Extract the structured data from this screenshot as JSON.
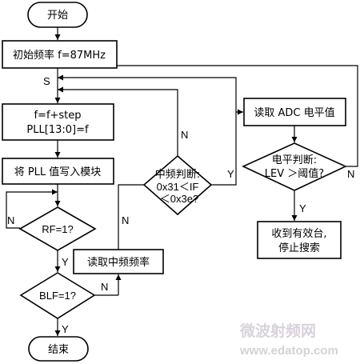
{
  "flowchart": {
    "start": "开始",
    "init_freq": "初始频率 f=87MHz",
    "junction_s": "S",
    "step_line1": "f=f+step",
    "step_line2": "PLL[13:0]=f",
    "write_pll": "将 PLL 值写入模块",
    "rf_check": "RF=1?",
    "blf_check": "BLF=1?",
    "end": "结束",
    "read_if": "读取中频频率",
    "if_judge_line1": "中频判断:",
    "if_judge_line2": "0x31＜IF",
    "if_judge_line3": "＜0x3e?",
    "read_adc": "读取 ADC 电平值",
    "level_judge_line1": "电平判断:",
    "level_judge_line2": "LEV ＞阈值?",
    "found_line1": "收到有效台,",
    "found_line2": "停止搜索"
  },
  "branch_labels": {
    "rf_no": "N",
    "rf_yes": "Y",
    "blf_no": "N",
    "blf_yes": "Y",
    "if_no_top": "N",
    "if_no_side": "N",
    "if_yes": "Y",
    "level_no": "N",
    "level_yes": "Y"
  },
  "watermark": {
    "line1": "微波射频网",
    "line2": "www.edatop.com"
  }
}
